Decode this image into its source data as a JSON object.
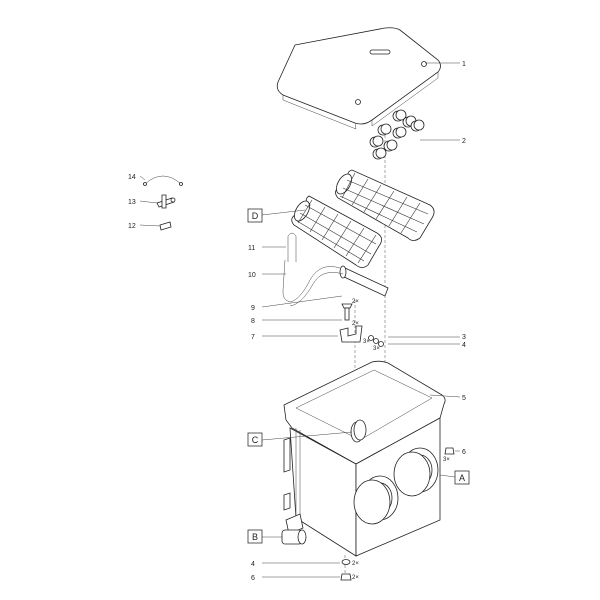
{
  "parts": {
    "p1": "1",
    "p2": "2",
    "p3": "3",
    "p4": "4",
    "p5": "5",
    "p6": "6",
    "p7": "7",
    "p8": "8",
    "p9": "9",
    "p10": "10",
    "p11": "11",
    "p12": "12",
    "p13": "13",
    "p14": "14",
    "p4b": "4",
    "p6b": "6"
  },
  "qty": {
    "q9": "2×",
    "q8": "2×",
    "q3": "3×",
    "q4": "3×",
    "q6": "3×",
    "q4b": "2×",
    "q6b": "2×"
  },
  "boxes": {
    "A": "A",
    "B": "B",
    "C": "C",
    "D": "D"
  }
}
